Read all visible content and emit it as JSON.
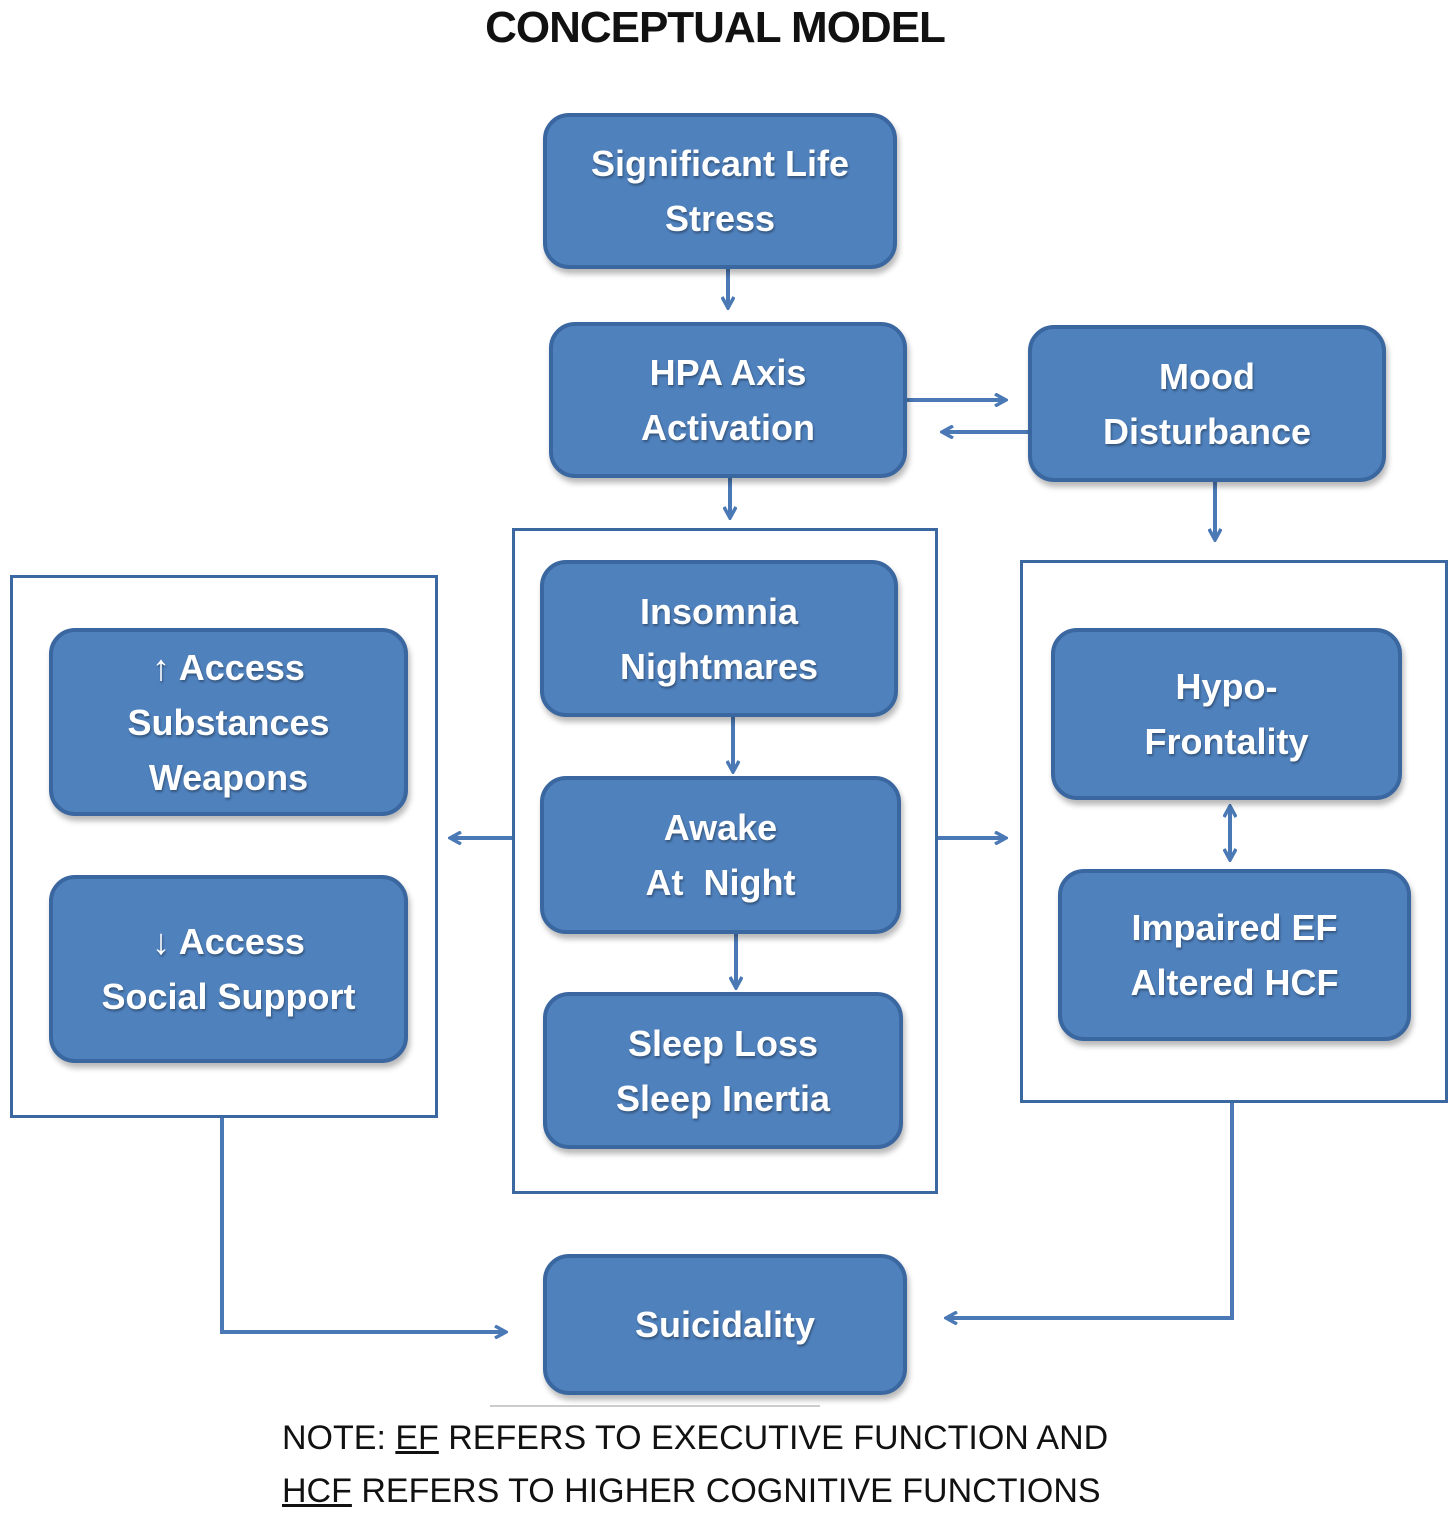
{
  "title": "CONCEPTUAL MODEL",
  "nodes": {
    "stress": [
      "Significant Life",
      "Stress"
    ],
    "hpa": [
      "HPA Axis",
      "Activation"
    ],
    "mood": [
      "Mood",
      "Disturbance"
    ],
    "insomnia": [
      "Insomnia",
      "Nightmares"
    ],
    "awake": [
      "Awake",
      "At  Night"
    ],
    "sleeploss": [
      "Sleep Loss",
      "Sleep Inertia"
    ],
    "access_up": [
      "↑ Access",
      "Substances",
      "Weapons"
    ],
    "access_down": [
      "↓ Access",
      "Social Support"
    ],
    "hypo": [
      "Hypo-",
      "Frontality"
    ],
    "impaired": [
      "Impaired EF",
      "Altered HCF"
    ],
    "suicidality": [
      "Suicidality"
    ]
  },
  "note": {
    "line1_prefix": "NOTE: ",
    "line1_abbr": "EF",
    "line1_rest": " REFERS TO EXECUTIVE FUNCTION AND",
    "line2_abbr": "HCF",
    "line2_rest": " REFERS TO HIGHER COGNITIVE FUNCTIONS"
  },
  "colors": {
    "box_fill": "#4f81bd",
    "box_border": "#3a67a0",
    "arrow": "#4a79b5",
    "frame": "#3c68a2"
  }
}
